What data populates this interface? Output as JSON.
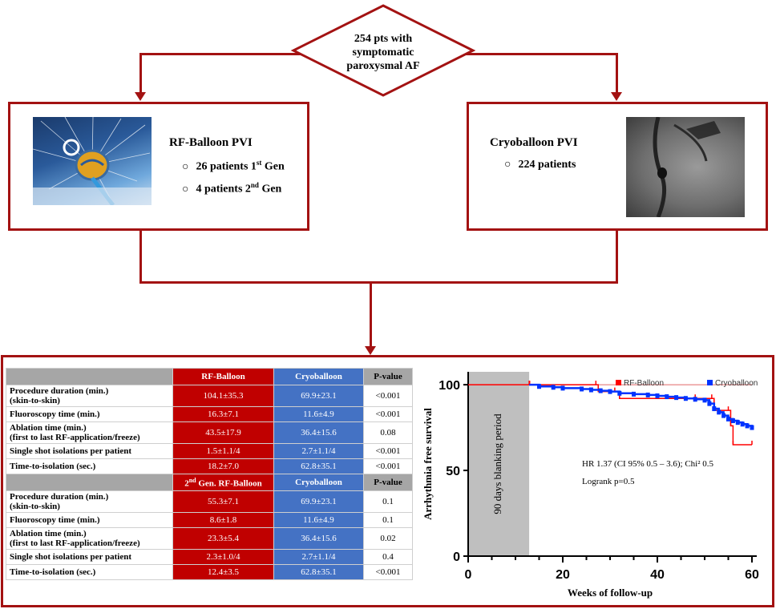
{
  "top": {
    "label_line1": "254 pts with",
    "label_line2": "symptomatic",
    "label_line3": "paroxysmal AF"
  },
  "left_box": {
    "title": "RF-Balloon PVI",
    "item1_prefix": "26 patients 1",
    "item1_sup": "st",
    "item1_suffix": " Gen",
    "item2_prefix": "4 patients 2",
    "item2_sup": "nd",
    "item2_suffix": " Gen",
    "bullet": "○"
  },
  "right_box": {
    "title": "Cryoballoon PVI",
    "item1": "224 patients",
    "bullet": "○"
  },
  "table": {
    "header1": {
      "rf": "RF-Balloon",
      "cryo": "Cryoballoon",
      "p": "P-value"
    },
    "rows1": [
      {
        "l1": "Procedure duration (min.)",
        "l2": "(skin-to-skin)",
        "rf": "104.1±35.3",
        "cryo": "69.9±23.1",
        "p": "<0.001"
      },
      {
        "l1": "Fluoroscopy time (min.)",
        "l2": "",
        "rf": "16.3±7.1",
        "cryo": "11.6±4.9",
        "p": "<0.001"
      },
      {
        "l1": "Ablation time (min.)",
        "l2": "(first to last RF-application/freeze)",
        "rf": "43.5±17.9",
        "cryo": "36.4±15.6",
        "p": "0.08"
      },
      {
        "l1": "Single shot isolations per patient",
        "l2": "",
        "rf": "1.5±1.1/4",
        "cryo": "2.7±1.1/4",
        "p": "<0.001"
      },
      {
        "l1": "Time-to-isolation (sec.)",
        "l2": "",
        "rf": "18.2±7.0",
        "cryo": "62.8±35.1",
        "p": "<0.001"
      }
    ],
    "header2": {
      "rf_prefix": "2",
      "rf_sup": "nd",
      "rf_suffix": " Gen. RF-Balloon",
      "cryo": "Cryoballoon",
      "p": "P-value"
    },
    "rows2": [
      {
        "l1": "Procedure duration (min.)",
        "l2": "(skin-to-skin)",
        "rf": "55.3±7.1",
        "cryo": "69.9±23.1",
        "p": "0.1"
      },
      {
        "l1": "Fluoroscopy time (min.)",
        "l2": "",
        "rf": "8.6±1.8",
        "cryo": "11.6±4.9",
        "p": "0.1"
      },
      {
        "l1": "Ablation time (min.)",
        "l2": "(first to last RF-application/freeze)",
        "rf": "23.3±5.4",
        "cryo": "36.4±15.6",
        "p": "0.02"
      },
      {
        "l1": "Single shot isolations per patient",
        "l2": "",
        "rf": "2.3±1.0/4",
        "cryo": "2.7±1.1/4",
        "p": "0.4"
      },
      {
        "l1": "Time-to-isolation (sec.)",
        "l2": "",
        "rf": "12.4±3.5",
        "cryo": "62.8±35.1",
        "p": "<0.001"
      }
    ]
  },
  "chart_data": {
    "type": "line",
    "xlabel": "Weeks of follow-up",
    "ylabel": "Arrhythmia free survival",
    "xlim": [
      0,
      60
    ],
    "ylim": [
      0,
      100
    ],
    "xticks": [
      0,
      20,
      40,
      60
    ],
    "yticks": [
      0,
      50,
      100
    ],
    "blanking_label": "90 days blanking period",
    "blanking_range": [
      0,
      12.9
    ],
    "annotation1": "HR 1.37 (CI 95% 0.5 – 3.6); Chi² 0.5",
    "annotation2": "Logrank p=0.5",
    "legend_position": "top-right",
    "series": [
      {
        "name": "RF-Balloon",
        "color": "#ff0000",
        "x": [
          0,
          12.9,
          13,
          27,
          27.5,
          31,
          32,
          48,
          51.5,
          52,
          55,
          55.5,
          56,
          60
        ],
        "y": [
          100,
          100,
          100,
          100,
          96,
          96,
          92,
          92,
          92,
          85,
          85,
          76,
          65,
          65
        ]
      },
      {
        "name": "Cryoballoon",
        "color": "#0033ff",
        "x": [
          12.9,
          15,
          18,
          20,
          24,
          26,
          28,
          30,
          32,
          35,
          38,
          40,
          42,
          44,
          46,
          48,
          50,
          51,
          52,
          53,
          54,
          55,
          56,
          57,
          58,
          59,
          60
        ],
        "y": [
          100,
          99,
          98.5,
          98,
          97.5,
          97,
          96.5,
          96,
          95,
          94.5,
          94,
          93.5,
          93,
          92.5,
          92,
          91.5,
          91,
          89,
          86,
          84,
          82,
          80,
          79,
          78,
          77,
          76,
          75
        ]
      }
    ]
  },
  "colors": {
    "frame": "#a31212",
    "rf": "#c00000",
    "cryo": "#4472c4",
    "header_gray": "#a6a6a6"
  },
  "images": {
    "left": "rf-balloon-catheter-photo",
    "right": "cryoballoon-fluoroscopy-image"
  }
}
